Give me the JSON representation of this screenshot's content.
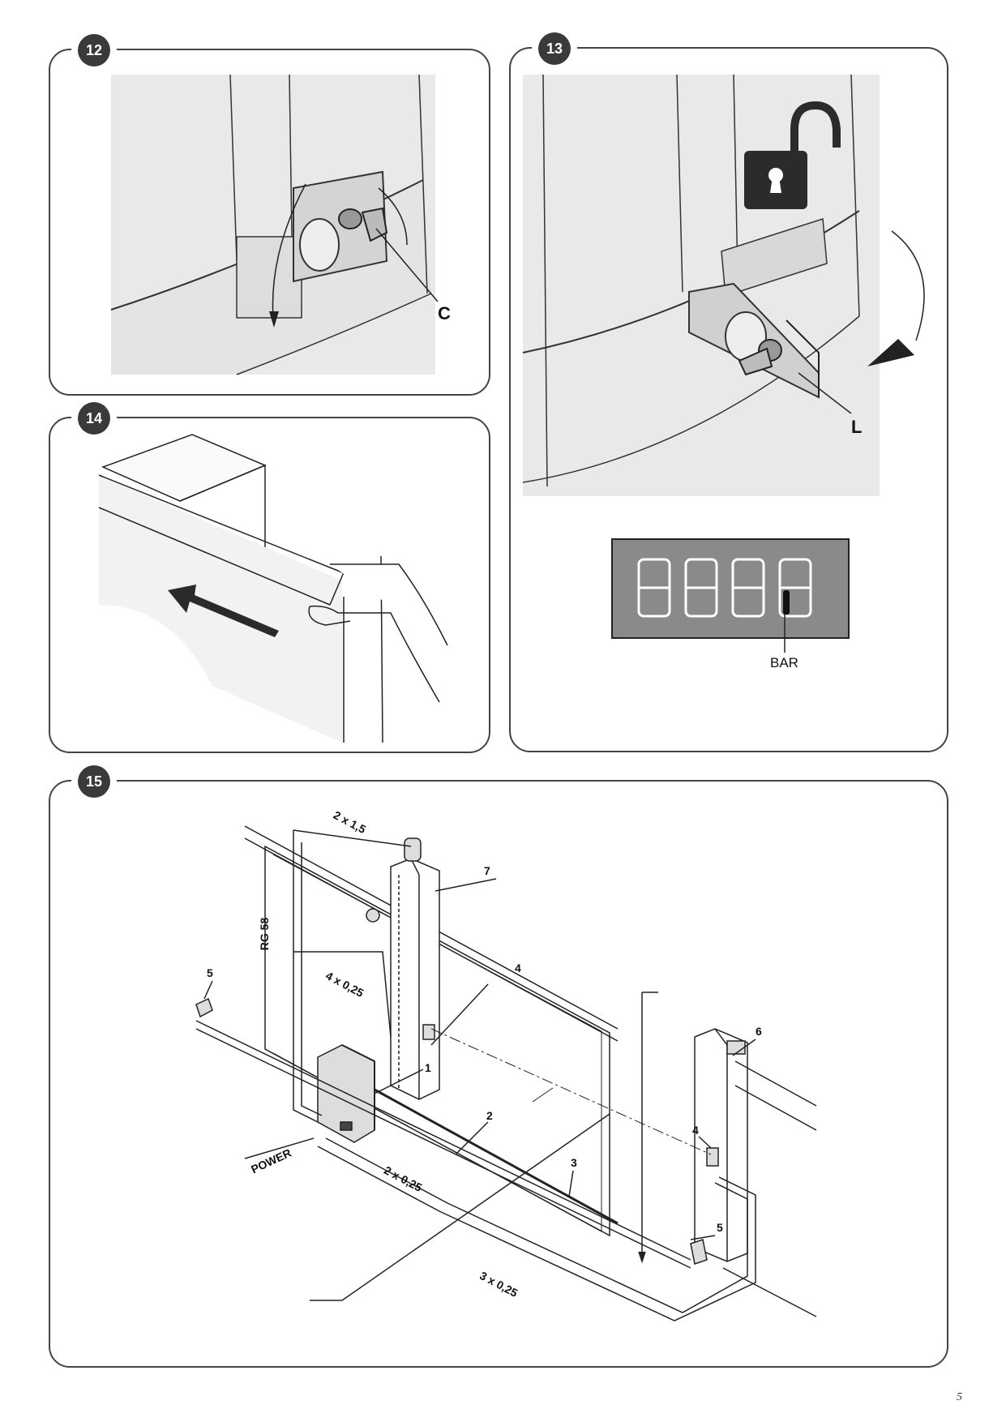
{
  "panels": {
    "p12": {
      "number": "12",
      "label_c": "C"
    },
    "p13": {
      "number": "13",
      "label_l": "L",
      "display_bar_label": "BAR"
    },
    "p14": {
      "number": "14"
    },
    "p15": {
      "number": "15",
      "cable_2x15": "2 x 1,5",
      "cable_rg58": "RG 58",
      "cable_4x025": "4 x 0,25",
      "cable_2x025": "2 x 0,25",
      "cable_3x025": "3 x 0,25",
      "power": "POWER",
      "callouts": [
        "1",
        "2",
        "3",
        "4",
        "4",
        "5",
        "5",
        "6",
        "7"
      ]
    }
  },
  "page_number": "5"
}
